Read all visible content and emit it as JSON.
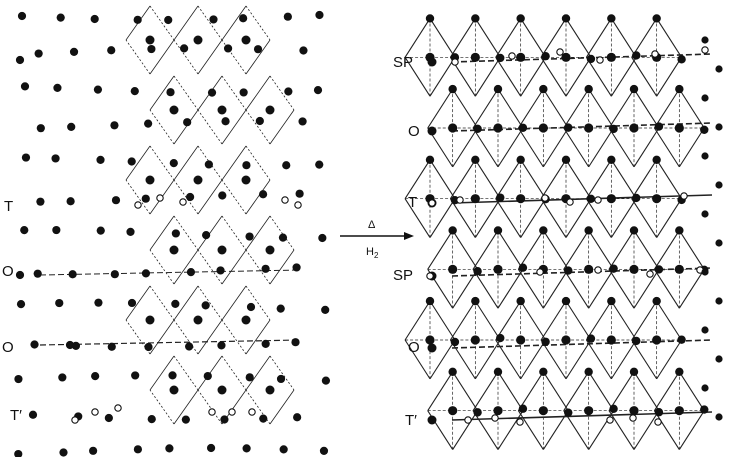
{
  "figure": {
    "left_panel": {
      "layer_labels": [
        "T",
        "O",
        "O",
        "T′"
      ]
    },
    "arrow": {
      "top_label": "Δ",
      "bottom_label": "H",
      "bottom_subscript": "2"
    },
    "right_panel": {
      "layer_labels": [
        "SP",
        "O",
        "T",
        "SP",
        "O",
        "T′"
      ]
    }
  },
  "colors": {
    "atom": "#111111",
    "vacancy": "#ffffff",
    "bond": "#222222"
  }
}
